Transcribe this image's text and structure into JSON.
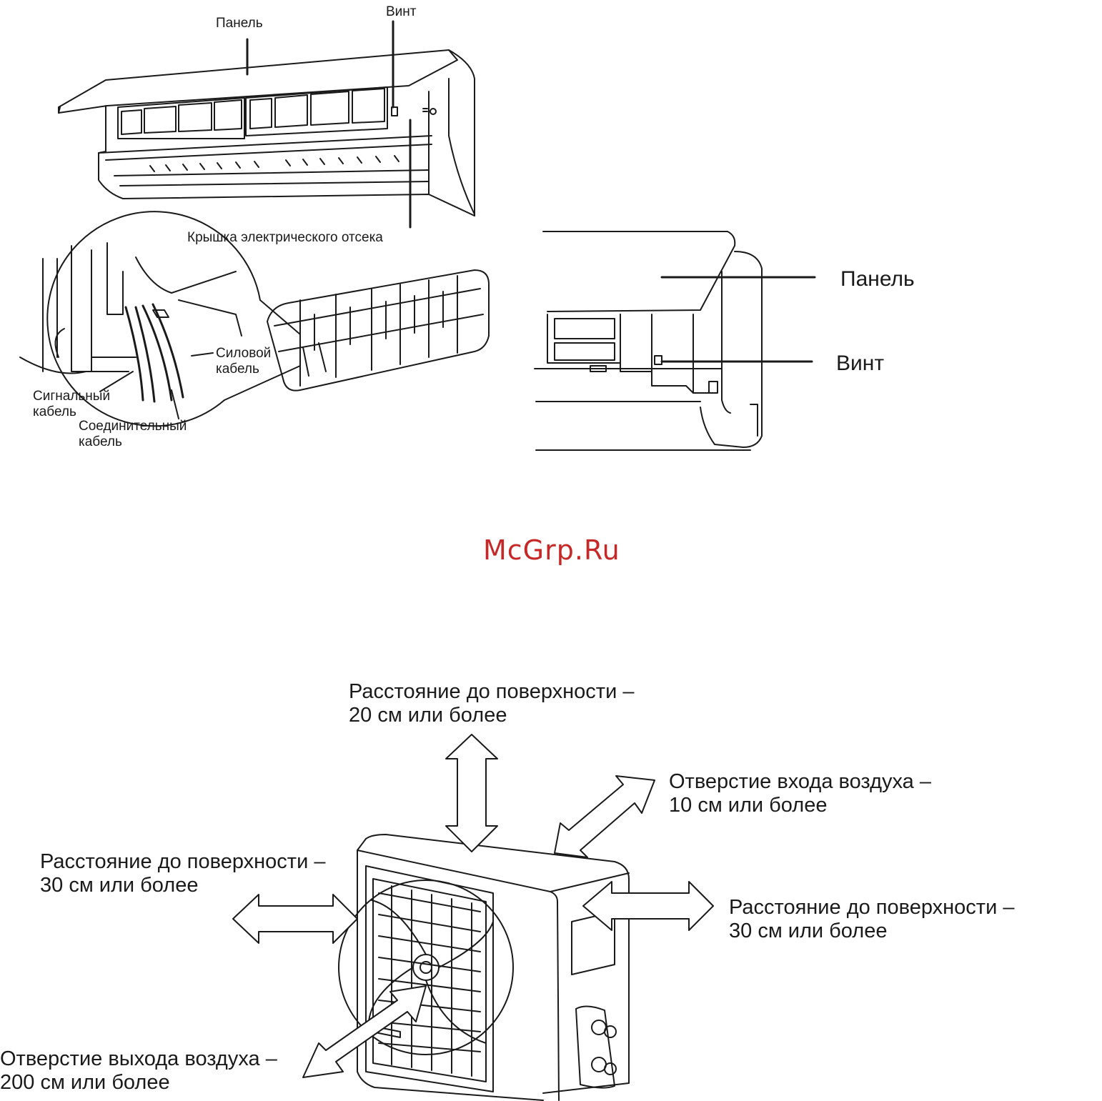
{
  "indoor_unit_figure": {
    "panel_label": "Панель",
    "screw_label": "Винт",
    "electrical_cover_label": "Крышка электрического отсека"
  },
  "cable_detail_figure": {
    "power_cable_line1": "Силовой",
    "power_cable_line2": "кабель",
    "signal_cable_line1": "Сигнальный",
    "signal_cable_line2": "кабель",
    "connecting_cable_line1": "Соединительный",
    "connecting_cable_line2": "кабель"
  },
  "side_view_figure": {
    "panel_label": "Панель",
    "screw_label": "Винт"
  },
  "watermark": "McGrp.Ru",
  "outdoor_unit_figure": {
    "top": {
      "line1": "Расстояние до поверхности –",
      "line2": "20 см или более"
    },
    "air_inlet": {
      "line1": "Отверстие входа  воздуха –",
      "line2": "10 см или более"
    },
    "left": {
      "line1": "Расстояние до поверхности –",
      "line2": "30 см или более"
    },
    "right": {
      "line1": "Расстояние до поверхности –",
      "line2": "30 см или более"
    },
    "air_outlet": {
      "line1": "Отверстие выхода воздуха –",
      "line2": "200 см или более"
    }
  },
  "colors": {
    "line": "#1a1a1a",
    "watermark": "#c62828",
    "background": "#ffffff"
  }
}
